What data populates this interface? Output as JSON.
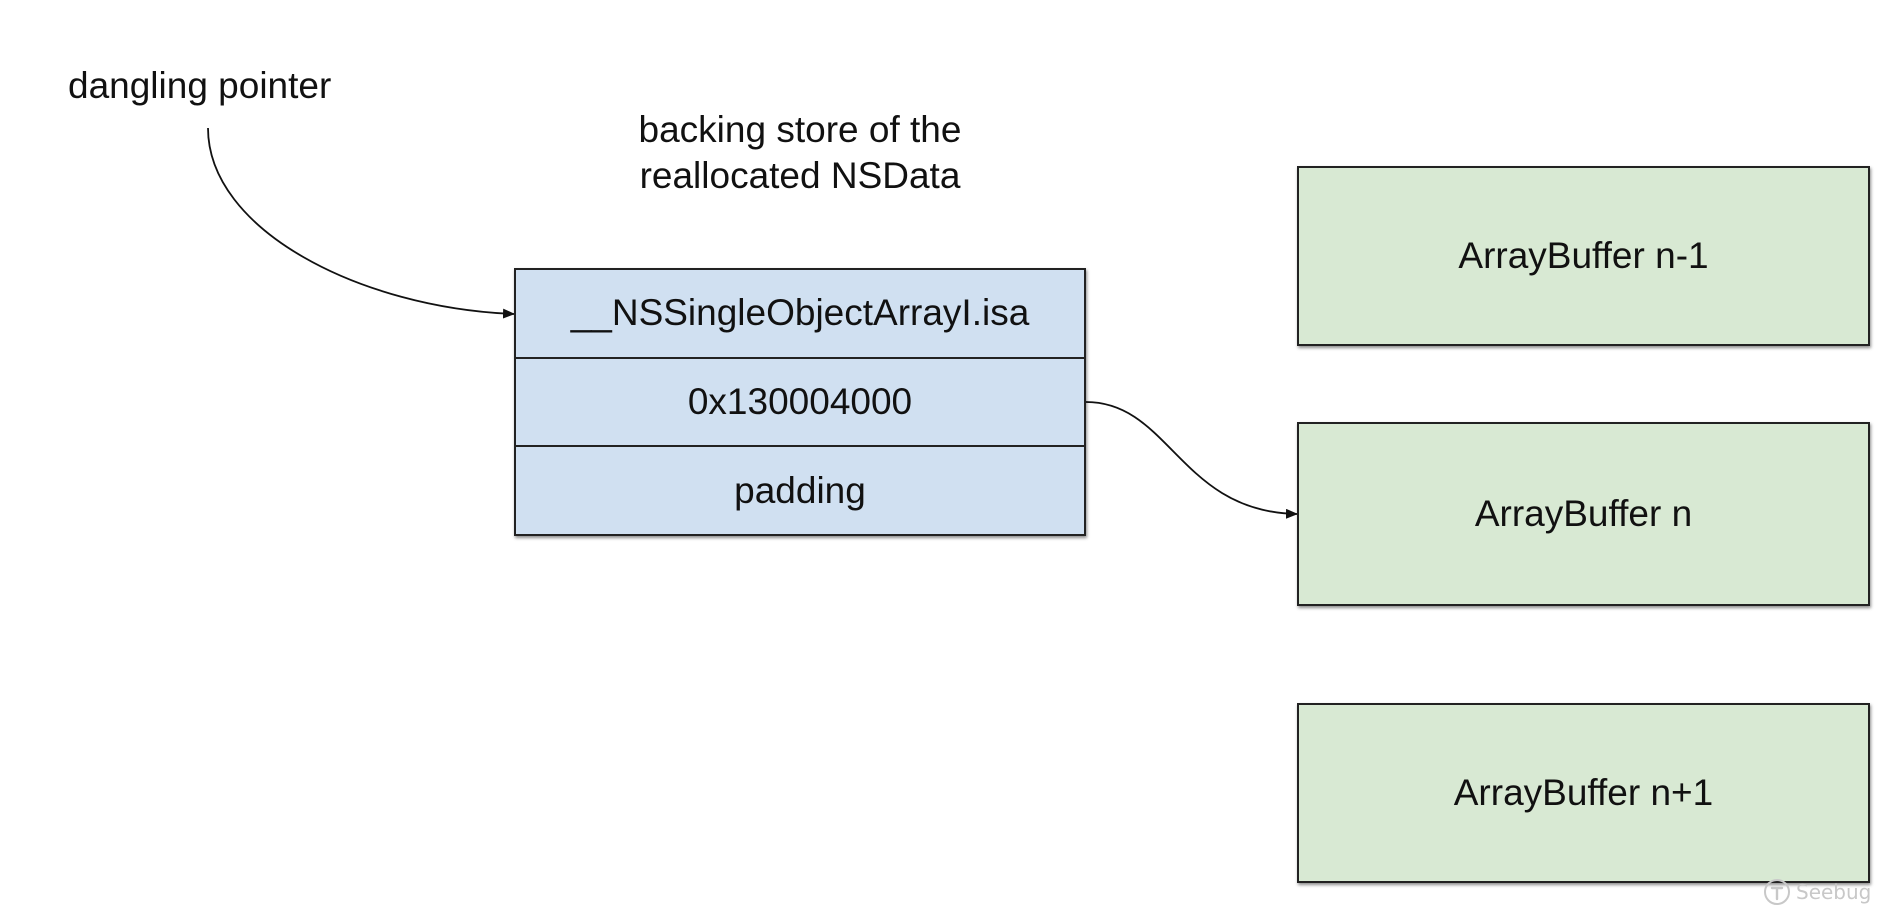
{
  "labels": {
    "dangling_pointer": "dangling pointer",
    "backing_store_line1": "backing store of the",
    "backing_store_line2": "reallocated NSData"
  },
  "nsdata_cells": [
    "__NSSingleObjectArrayI.isa",
    "0x130004000",
    "padding"
  ],
  "array_buffers": {
    "prev": "ArrayBuffer n-1",
    "current": "ArrayBuffer n",
    "next": "ArrayBuffer n+1"
  },
  "watermark": {
    "text": "Seebug",
    "icon": "seebug-logo-icon"
  },
  "colors": {
    "nsdata_fill": "#d0e0f1",
    "arraybuffer_fill": "#d8e9d3",
    "stroke": "#222222",
    "watermark": "#c8c8c8"
  }
}
